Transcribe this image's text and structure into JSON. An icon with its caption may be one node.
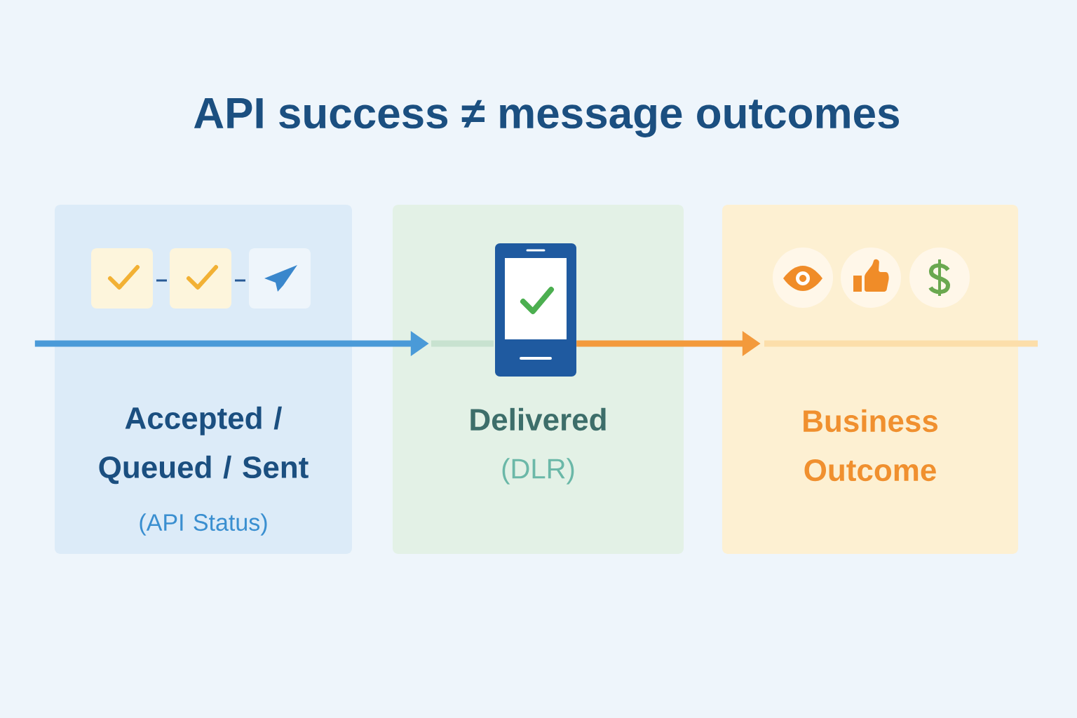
{
  "diagram": {
    "title": "API success ≠ message outcomes",
    "nodes": [
      {
        "text": [
          "Accepted / Queued / Sent",
          "(API Status)"
        ]
      },
      {
        "text": [
          "Delivered",
          "(DLR)"
        ]
      },
      {
        "text": [
          "Business Outcome"
        ]
      }
    ],
    "edges": [
      {
        "from": 0,
        "to": 1,
        "arrow": "to",
        "color": "#4a9ad8"
      },
      {
        "from": 1,
        "to": 2,
        "arrow": "to",
        "color": "#f39a3c"
      }
    ]
  }
}
